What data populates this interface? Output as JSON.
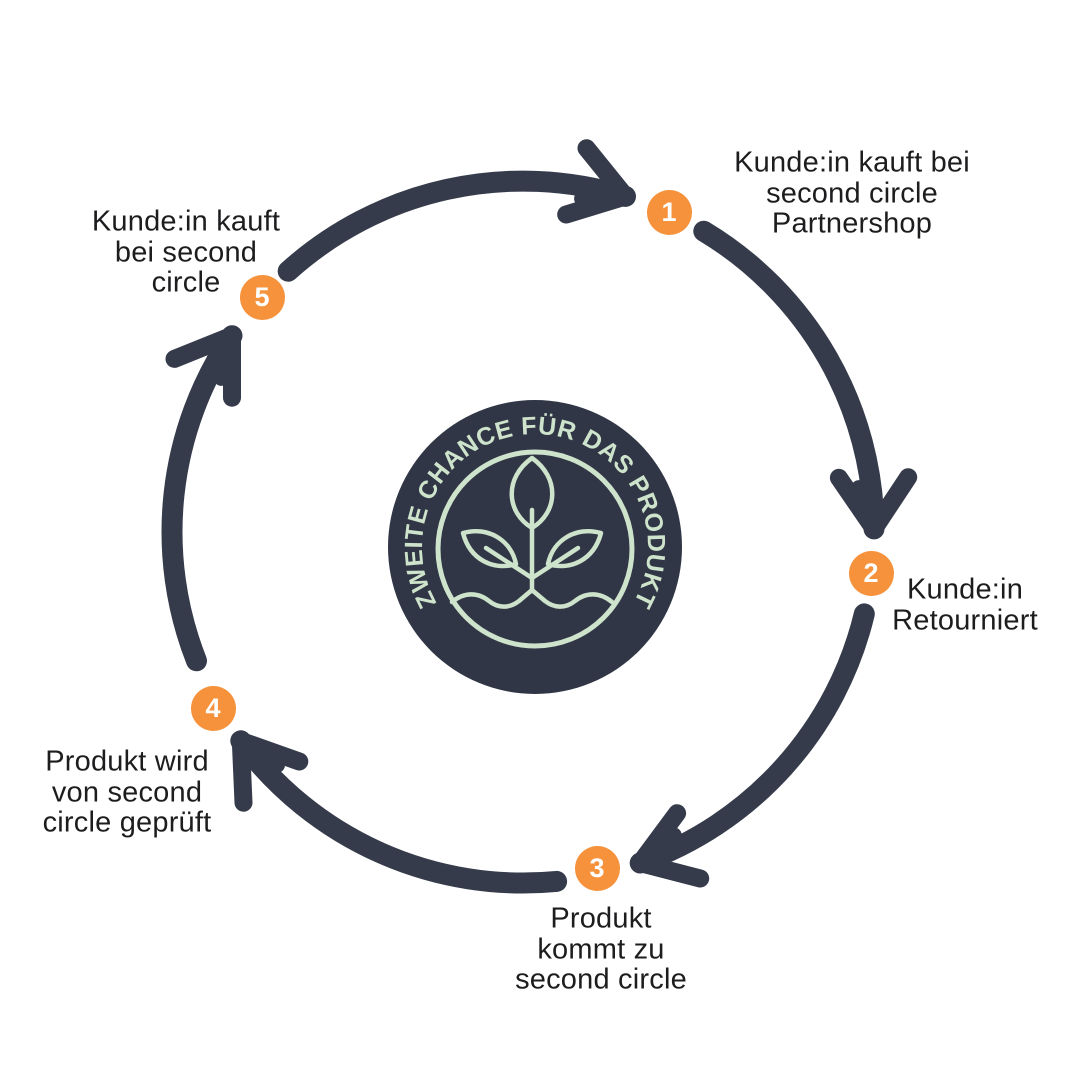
{
  "colors": {
    "background": "#FFFFFF",
    "arrow_navy": "#353B4A",
    "badge_navy": "#303645",
    "accent_orange": "#F6923C",
    "logo_green": "#CEE3CB",
    "label_text": "#1D1D1F",
    "badge_number_text": "#FFFFFF"
  },
  "center_badge": {
    "curved_text": "ZWEITE CHANCE FÜR DAS PRODUKT",
    "icon": "plant-sprout-icon"
  },
  "steps": [
    {
      "number": "1",
      "lines": [
        "Kunde:in kauft bei",
        "second circle",
        "Partnershop"
      ]
    },
    {
      "number": "2",
      "lines": [
        "Kunde:in",
        "Retourniert"
      ]
    },
    {
      "number": "3",
      "lines": [
        "Produkt",
        "kommt zu",
        "second circle"
      ]
    },
    {
      "number": "4",
      "lines": [
        "Produkt wird",
        "von second",
        "circle geprüft"
      ]
    },
    {
      "number": "5",
      "lines": [
        "Kunde:in kauft",
        "bei second",
        "circle"
      ]
    }
  ]
}
